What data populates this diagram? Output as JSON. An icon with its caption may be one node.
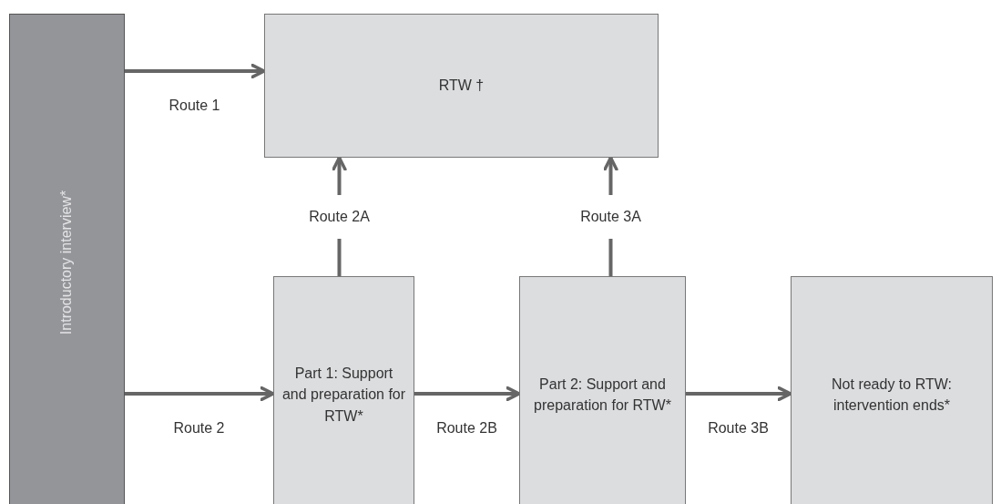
{
  "diagram": {
    "nodes": [
      {
        "text": [
          "Introductory interview*"
        ]
      },
      {
        "text": [
          "RTW †"
        ]
      },
      {
        "text": [
          "Part 1: Support and preparation for RTW*"
        ]
      },
      {
        "text": [
          "Part 2: Support and preparation for RTW*"
        ]
      },
      {
        "text": [
          "Not ready to RTW: intervention ends*"
        ]
      }
    ],
    "edges": [
      {
        "from": 0,
        "to": 1,
        "arrow": "to",
        "label": "Route 1"
      },
      {
        "from": 0,
        "to": 2,
        "arrow": "to",
        "label": "Route 2"
      },
      {
        "from": 2,
        "to": 1,
        "arrow": "to",
        "label": "Route 2A"
      },
      {
        "from": 2,
        "to": 3,
        "arrow": "to",
        "label": "Route 2B"
      },
      {
        "from": 3,
        "to": 1,
        "arrow": "to",
        "label": "Route 3A"
      },
      {
        "from": 3,
        "to": 4,
        "arrow": "to",
        "label": "Route 3B"
      }
    ]
  }
}
